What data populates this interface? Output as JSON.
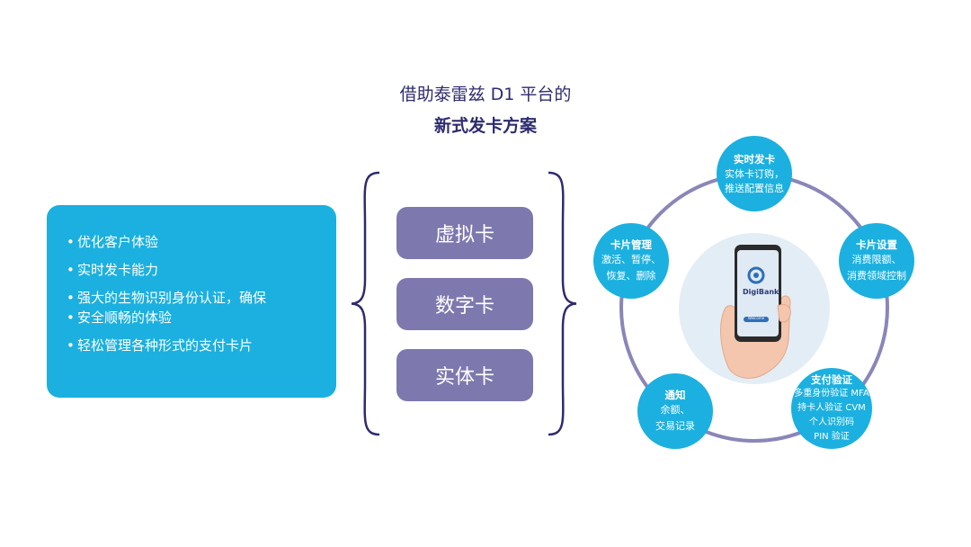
{
  "title": {
    "line1": "借助泰雷兹 D1 平台的",
    "line2": "新式发卡方案"
  },
  "features": [
    "优化客户体验",
    "实时发卡能力",
    "强大的生物识别身份认证，确保",
    "安全顺畅的体验",
    "轻松管理各种形式的支付卡片"
  ],
  "cards": [
    "虚拟卡",
    "数字卡",
    "实体卡"
  ],
  "nodes": {
    "realtime": {
      "title": "实时发卡",
      "lines": [
        "实体卡订购，",
        "推送配置信息"
      ]
    },
    "settings": {
      "title": "卡片设置",
      "lines": [
        "消费限额、",
        "消费领域控制"
      ]
    },
    "auth": {
      "title": "支付验证",
      "lines": [
        "多重身份验证 MFA",
        "持卡人验证 CVM",
        "个人识别码",
        "PIN 验证"
      ]
    },
    "notify": {
      "title": "通知",
      "lines": [
        "余额、",
        "交易记录"
      ]
    },
    "manage": {
      "title": "卡片管理",
      "lines": [
        "激活、暂停、",
        "恢复、删除"
      ]
    }
  },
  "phone": {
    "app_name": "DigiBank",
    "button_label": "Welcome"
  },
  "colors": {
    "primary_blue": "#1bb0df",
    "purple": "#7d78ad",
    "navy": "#2e2b6e",
    "ring": "#8a86b8"
  }
}
